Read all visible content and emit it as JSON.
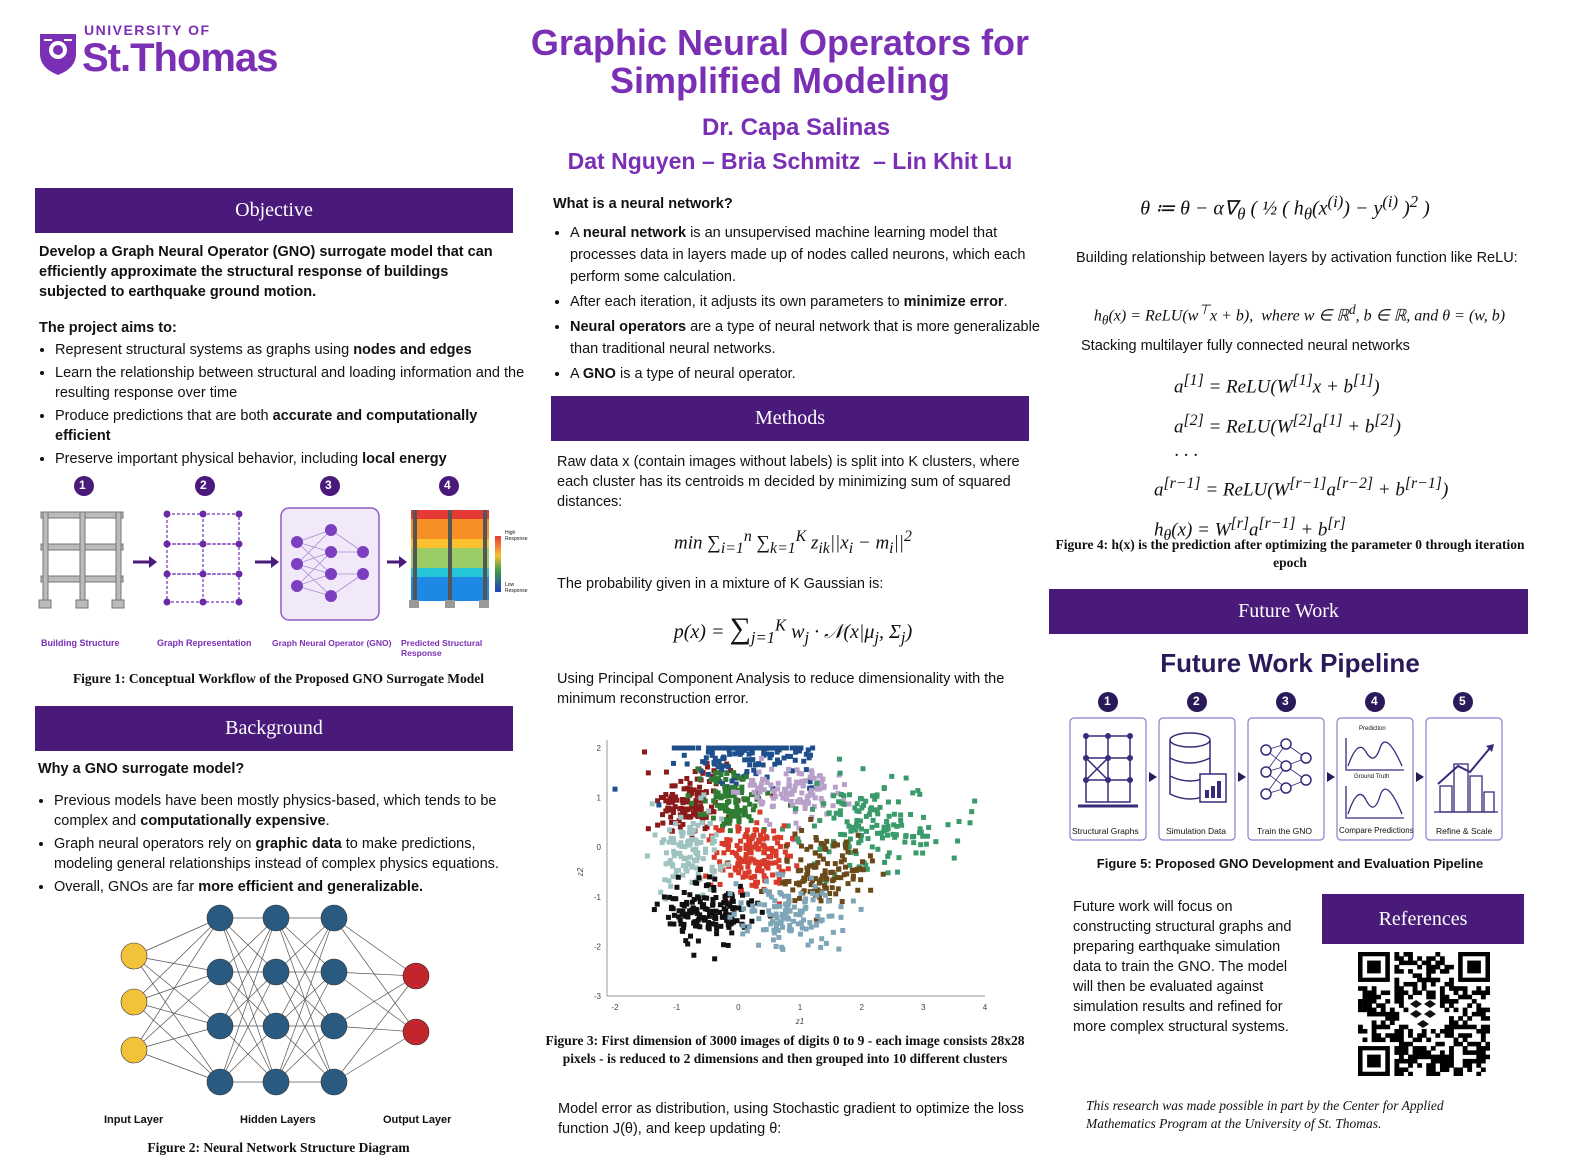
{
  "header": {
    "logo_top": "UNIVERSITY OF",
    "logo_main": "St.Thomas",
    "title_line1": "Graphic Neural Operators for",
    "title_line2": "Simplified Modeling",
    "advisor": "Dr. Capa Salinas",
    "authors": "Dat Nguyen – Bria Schmitz  – Lin Khit Lu"
  },
  "objective": {
    "heading": "Objective",
    "intro": "Develop a Graph Neural Operator (GNO) surrogate model that can efficiently approximate the structural response of buildings subjected to earthquake ground motion.",
    "aims_title": "The project aims to:",
    "aims": [
      {
        "pre": "Represent structural systems as graphs using ",
        "bold": "nodes and edges",
        "post": ""
      },
      {
        "pre": "Learn the relationship between structural and loading information and the resulting response over time",
        "bold": "",
        "post": ""
      },
      {
        "pre": "Produce predictions that are both ",
        "bold": "accurate and computationally efficient",
        "post": ""
      },
      {
        "pre": "Preserve important physical behavior, including ",
        "bold": "local energy",
        "post": ""
      }
    ],
    "workflow_steps": [
      "1",
      "2",
      "3",
      "4"
    ],
    "workflow_labels": [
      "Building Structure",
      "Graph Representation",
      "Graph Neural Operator (GNO)",
      "Predicted Structural Response"
    ],
    "legend_high": "High Response",
    "legend_low": "Low Response",
    "figure1_caption": "Figure 1: Conceptual Workflow of the Proposed GNO Surrogate Model"
  },
  "background": {
    "heading": "Background",
    "question": "Why a GNO surrogate model?",
    "bullets": [
      {
        "pre": "Previous models have been mostly physics-based, which tends to be complex and ",
        "bold": "computationally expensive",
        "post": "."
      },
      {
        "pre": "Graph neural operators rely on ",
        "bold": "graphic data",
        "post": " to make predictions, modeling general relationships instead of complex physics equations."
      },
      {
        "pre": " Overall, GNOs are far ",
        "bold": "more efficient and generalizable.",
        "post": ""
      }
    ],
    "layer_labels": [
      "Input Layer",
      "Hidden Layers",
      "Output Layer"
    ],
    "figure2_caption": "Figure 2: Neural Network Structure Diagram"
  },
  "neural": {
    "question": "What is a neural network?",
    "bullets": [
      {
        "pre": "A ",
        "bold": "neural network",
        "post": " is an unsupervised machine learning model that processes data in layers made up of nodes called neurons, which each perform some calculation."
      },
      {
        "pre": "After each iteration, it adjusts its own parameters to ",
        "bold": "minimize error",
        "post": "."
      },
      {
        "pre": "",
        "bold": "Neural operators",
        "post": " are a type of neural network that is more generalizable than traditional neural networks."
      },
      {
        "pre": "A ",
        "bold": "GNO",
        "post": " is a type of neural operator."
      }
    ]
  },
  "methods": {
    "heading": "Methods",
    "p1": "Raw data x (contain images without labels) is split into K clusters, where each cluster has its centroids m decided by minimizing sum of squared distances:",
    "p2": "The probability given in a mixture of K Gaussian is:",
    "p3": "Using Principal Component Analysis to reduce dimensionality with the minimum reconstruction error.",
    "figure3_caption": "Figure 3: First dimension of 3000 images of digits 0 to 9 - each image consists 28x28 pixels - is reduced to 2 dimensions and then grouped into 10 different clusters",
    "p4": "Model error as distribution, using Stochastic gradient to optimize the loss function J(θ), and keep updating θ:"
  },
  "chart_data": {
    "type": "scatter",
    "title": "",
    "xlabel": "z1",
    "ylabel": "z2",
    "xlim": [
      -2,
      4
    ],
    "ylim": [
      -3,
      2
    ],
    "xticks": [
      "-2",
      "-1",
      "0",
      "1",
      "2",
      "3",
      "4"
    ],
    "yticks": [
      "2",
      "1",
      "0",
      "-1",
      "-2",
      "-3"
    ],
    "series": [
      {
        "color": "#8b1a1a",
        "center": [
          -0.8,
          0.9
        ],
        "spread": [
          0.35,
          0.35
        ],
        "count": 140
      },
      {
        "color": "#1f4e8c",
        "center": [
          0.2,
          1.9
        ],
        "spread": [
          0.55,
          0.3
        ],
        "count": 160
      },
      {
        "color": "#2e7d32",
        "center": [
          -0.1,
          0.9
        ],
        "spread": [
          0.3,
          0.3
        ],
        "count": 110
      },
      {
        "color": "#b8a0c8",
        "center": [
          0.9,
          1.1
        ],
        "spread": [
          0.4,
          0.3
        ],
        "count": 120
      },
      {
        "color": "#3a9a6a",
        "center": [
          2.2,
          0.5
        ],
        "spread": [
          0.6,
          0.45
        ],
        "count": 150
      },
      {
        "color": "#d93a2a",
        "center": [
          0.2,
          -0.2
        ],
        "spread": [
          0.3,
          0.35
        ],
        "count": 160
      },
      {
        "color": "#9fc3c0",
        "center": [
          -0.8,
          -0.1
        ],
        "spread": [
          0.3,
          0.4
        ],
        "count": 110
      },
      {
        "color": "#6b4a1a",
        "center": [
          1.4,
          -0.5
        ],
        "spread": [
          0.35,
          0.35
        ],
        "count": 130
      },
      {
        "color": "#111111",
        "center": [
          -0.5,
          -1.3
        ],
        "spread": [
          0.35,
          0.3
        ],
        "count": 160
      },
      {
        "color": "#7fa6b8",
        "center": [
          0.8,
          -1.3
        ],
        "spread": [
          0.45,
          0.35
        ],
        "count": 120
      }
    ]
  },
  "right": {
    "p_activation": "Building relationship between layers by activation function like ReLU:",
    "p_stacking": "Stacking multilayer fully connected neural networks",
    "figure4_caption": "Figure 4: h(x) is the prediction after optimizing the parameter 0 through iteration epoch"
  },
  "future": {
    "heading": "Future Work",
    "pipeline_title": "Future Work Pipeline",
    "steps": [
      "1",
      "2",
      "3",
      "4",
      "5"
    ],
    "step_labels": [
      "Structural Graphs",
      "Simulation Data",
      "Train the GNO",
      "Compare Predictions",
      "Refine & Scale"
    ],
    "prediction_label": "Prediction",
    "ground_truth_label": "Ground Truth",
    "figure5_caption": "Figure 5: Proposed GNO Development and Evaluation Pipeline",
    "text": "Future work will focus on constructing structural graphs and preparing earthquake simulation data to train the GNO. The model will then be evaluated against simulation results and refined for more complex structural systems."
  },
  "references": {
    "heading": "References",
    "acknowledgment": "This research was made possible in part by the Center for Applied Mathematics Program at the University of St. Thomas."
  },
  "colors": {
    "purple_dark": "#4a1a7a",
    "purple_title": "#7b2fb5",
    "node_blue": "#2a5a80",
    "node_yellow": "#f2c23a",
    "node_red": "#c0262a"
  }
}
